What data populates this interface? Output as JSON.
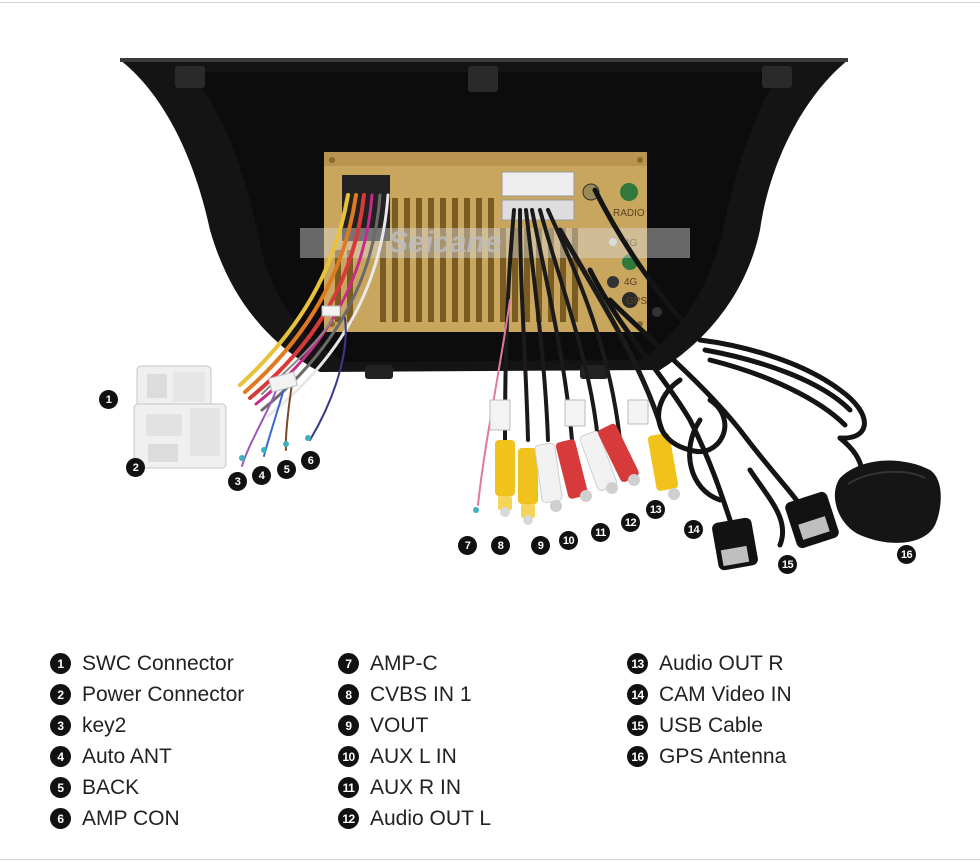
{
  "watermark": "Seicane",
  "unit_port_labels": [
    "RADIO",
    "4G",
    "4G",
    "GPS"
  ],
  "callouts": [
    "1",
    "2",
    "3",
    "4",
    "5",
    "6",
    "7",
    "8",
    "9",
    "10",
    "11",
    "12",
    "13",
    "14",
    "15",
    "16"
  ],
  "legend": {
    "col1": [
      {
        "num": "1",
        "label": "SWC Connector"
      },
      {
        "num": "2",
        "label": "Power Connector"
      },
      {
        "num": "3",
        "label": "key2"
      },
      {
        "num": "4",
        "label": "Auto ANT"
      },
      {
        "num": "5",
        "label": "BACK"
      },
      {
        "num": "6",
        "label": "AMP CON"
      }
    ],
    "col2": [
      {
        "num": "7",
        "label": "AMP-C"
      },
      {
        "num": "8",
        "label": "CVBS IN 1"
      },
      {
        "num": "9",
        "label": "VOUT"
      },
      {
        "num": "10",
        "label": "AUX L IN"
      },
      {
        "num": "11",
        "label": "AUX R IN"
      },
      {
        "num": "12",
        "label": "Audio OUT L"
      }
    ],
    "col3": [
      {
        "num": "13",
        "label": "Audio OUT R"
      },
      {
        "num": "14",
        "label": "CAM Video IN"
      },
      {
        "num": "15",
        "label": "USB Cable"
      },
      {
        "num": "16",
        "label": "GPS Antenna"
      }
    ]
  },
  "colors": {
    "bezel": "#131313",
    "unit_gold": "#c9a65e",
    "rca_yellow": "#f2c21c",
    "rca_white": "#f2f2f2",
    "rca_red": "#d63a3a"
  }
}
